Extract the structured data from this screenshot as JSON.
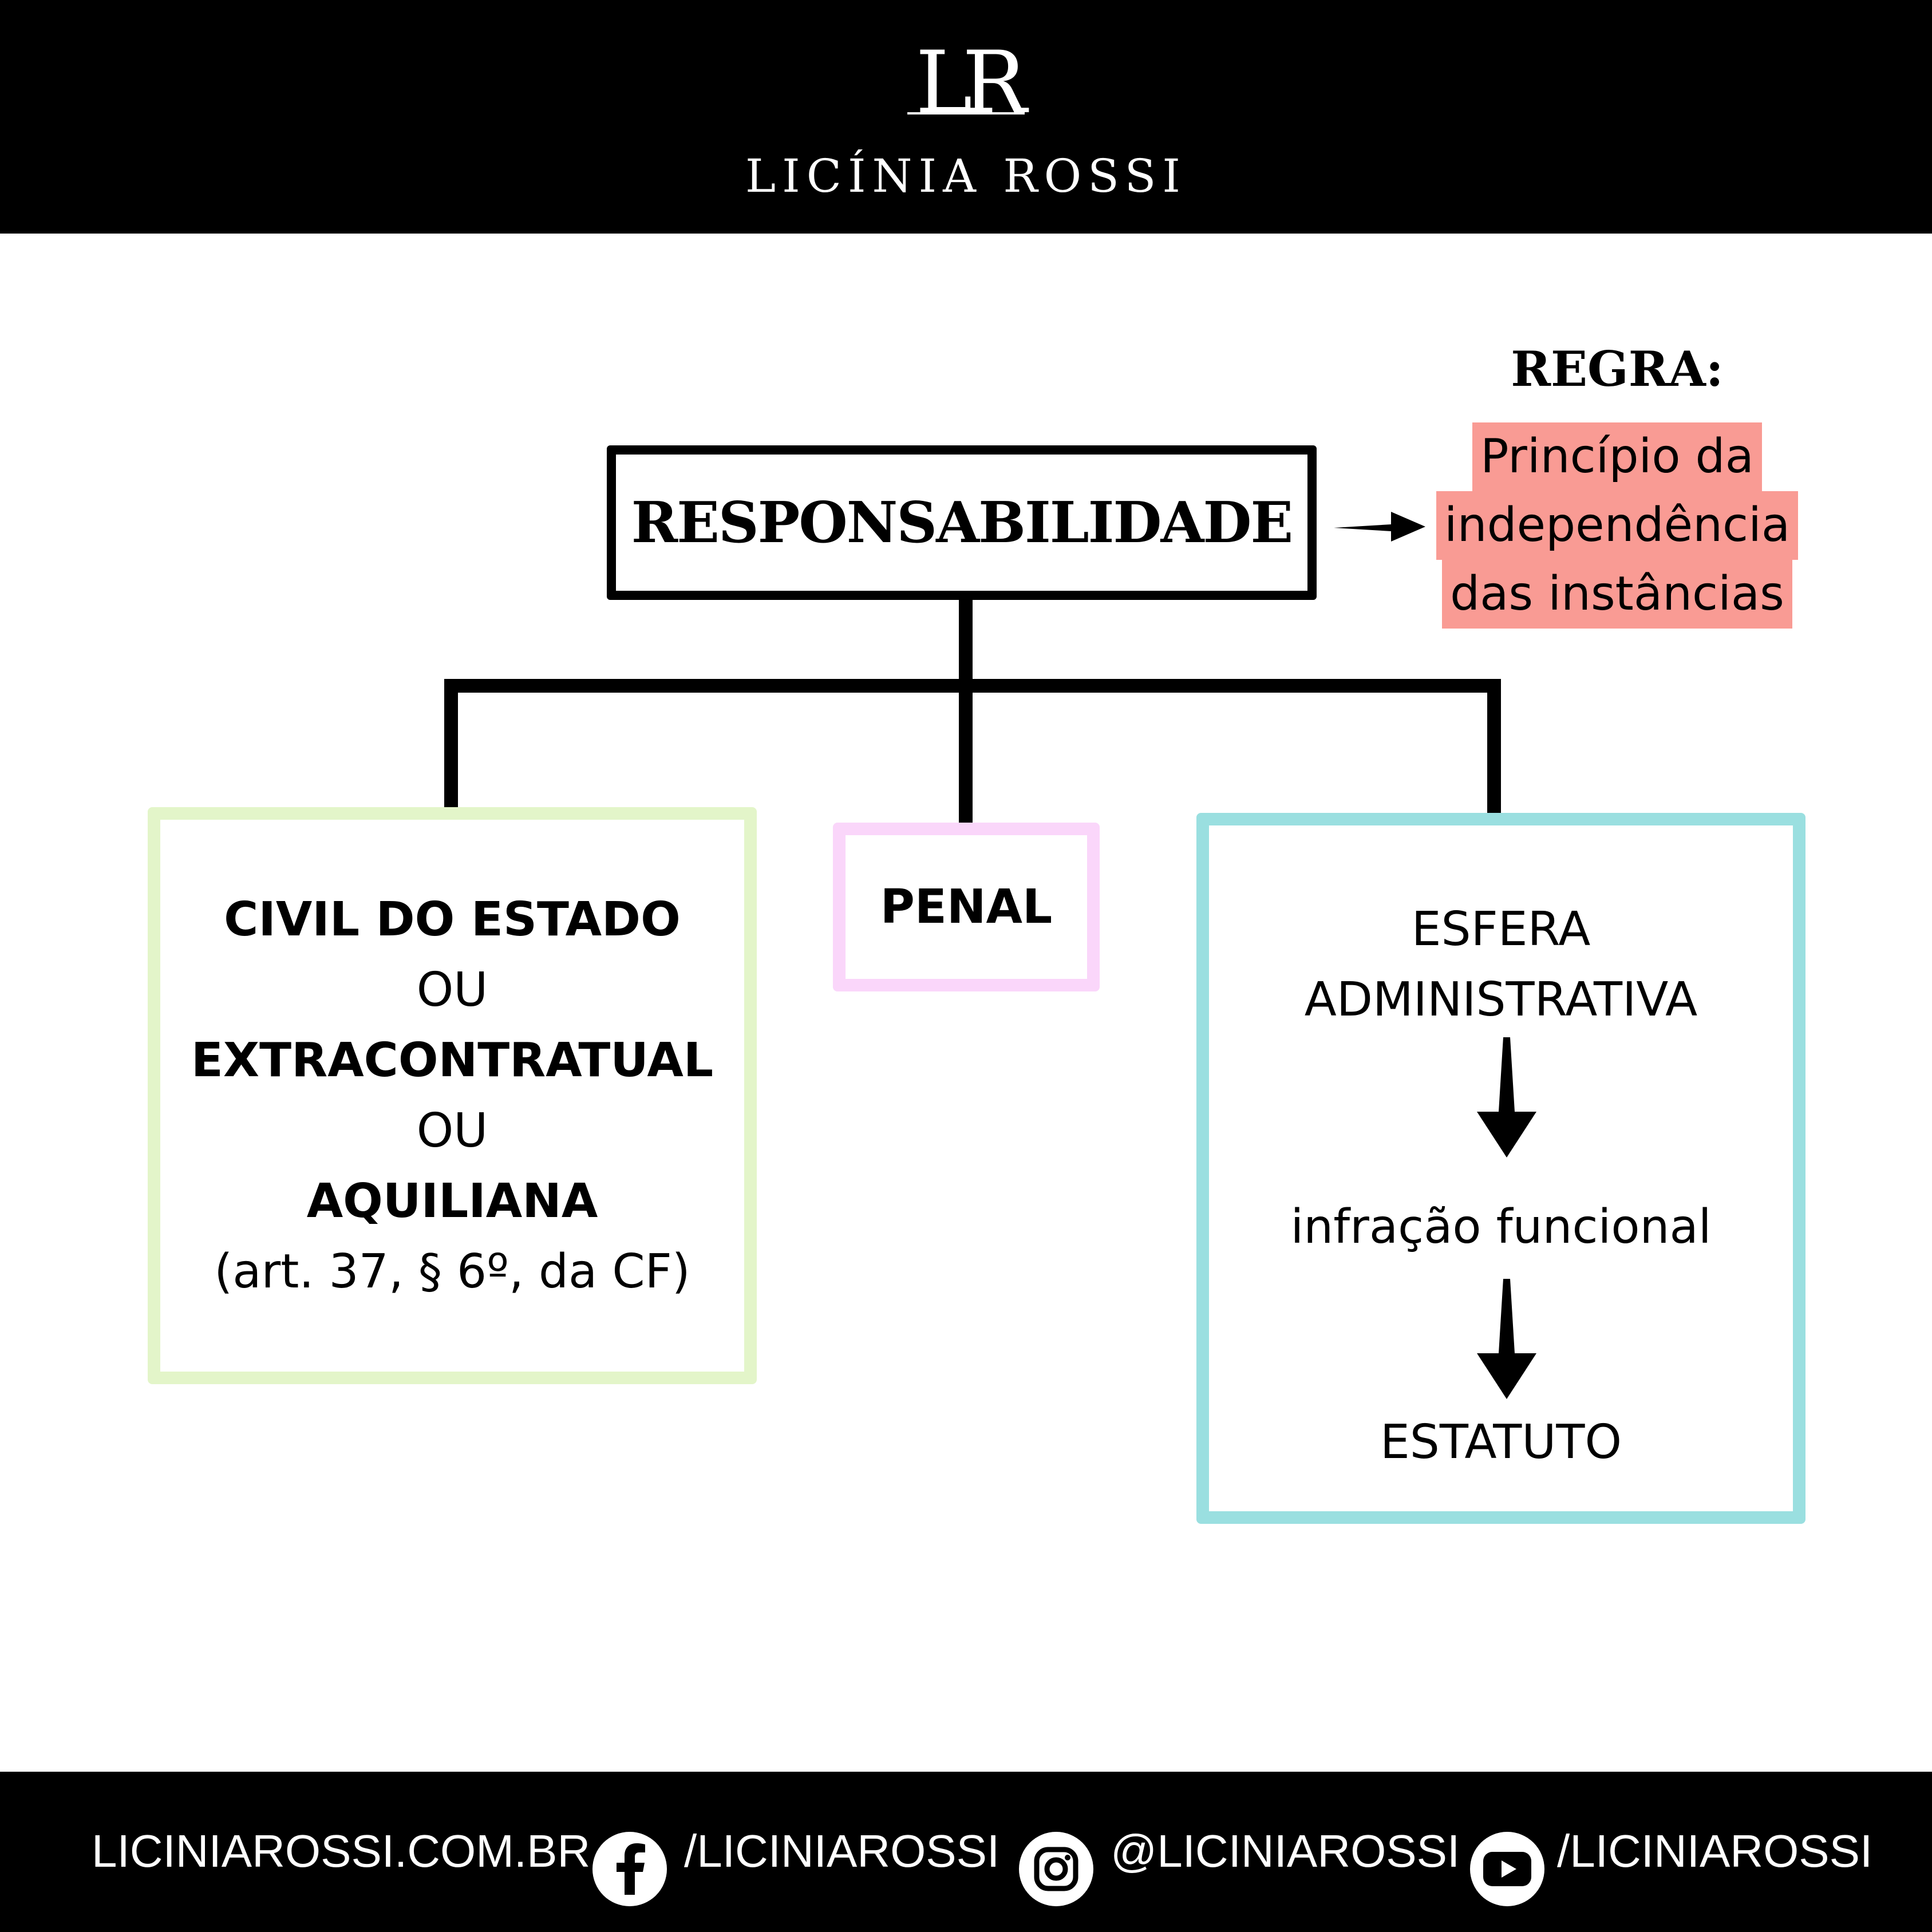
{
  "header": {
    "logo_initials": "LR",
    "brand_name": "LICÍNIA ROSSI"
  },
  "diagram": {
    "rule_title": "REGRA:",
    "rule_lines": [
      "Princípio da",
      "independência",
      "das instâncias"
    ],
    "root": "RESPONSABILIDADE",
    "civil": {
      "line1": "CIVIL DO ESTADO",
      "line2": "OU",
      "line3": "EXTRACONTRATUAL",
      "line4": "OU",
      "line5": "AQUILIANA",
      "line6": "(art. 37, § 6º, da CF)"
    },
    "penal": "PENAL",
    "admin": {
      "line1": "ESFERA",
      "line2": "ADMINISTRATIVA",
      "step2": "infração funcional",
      "step3": "ESTATUTO"
    }
  },
  "footer": {
    "website": "LICINIAROSSI.COM.BR",
    "facebook": "/LICINIAROSSI",
    "instagram": "@LICINIAROSSI",
    "youtube": "/LICINIAROSSI"
  },
  "colors": {
    "rule_highlight": "#f99b94",
    "civil_border": "#e3f5c9",
    "penal_border": "#fad6fa",
    "admin_border": "#9adfe0"
  }
}
